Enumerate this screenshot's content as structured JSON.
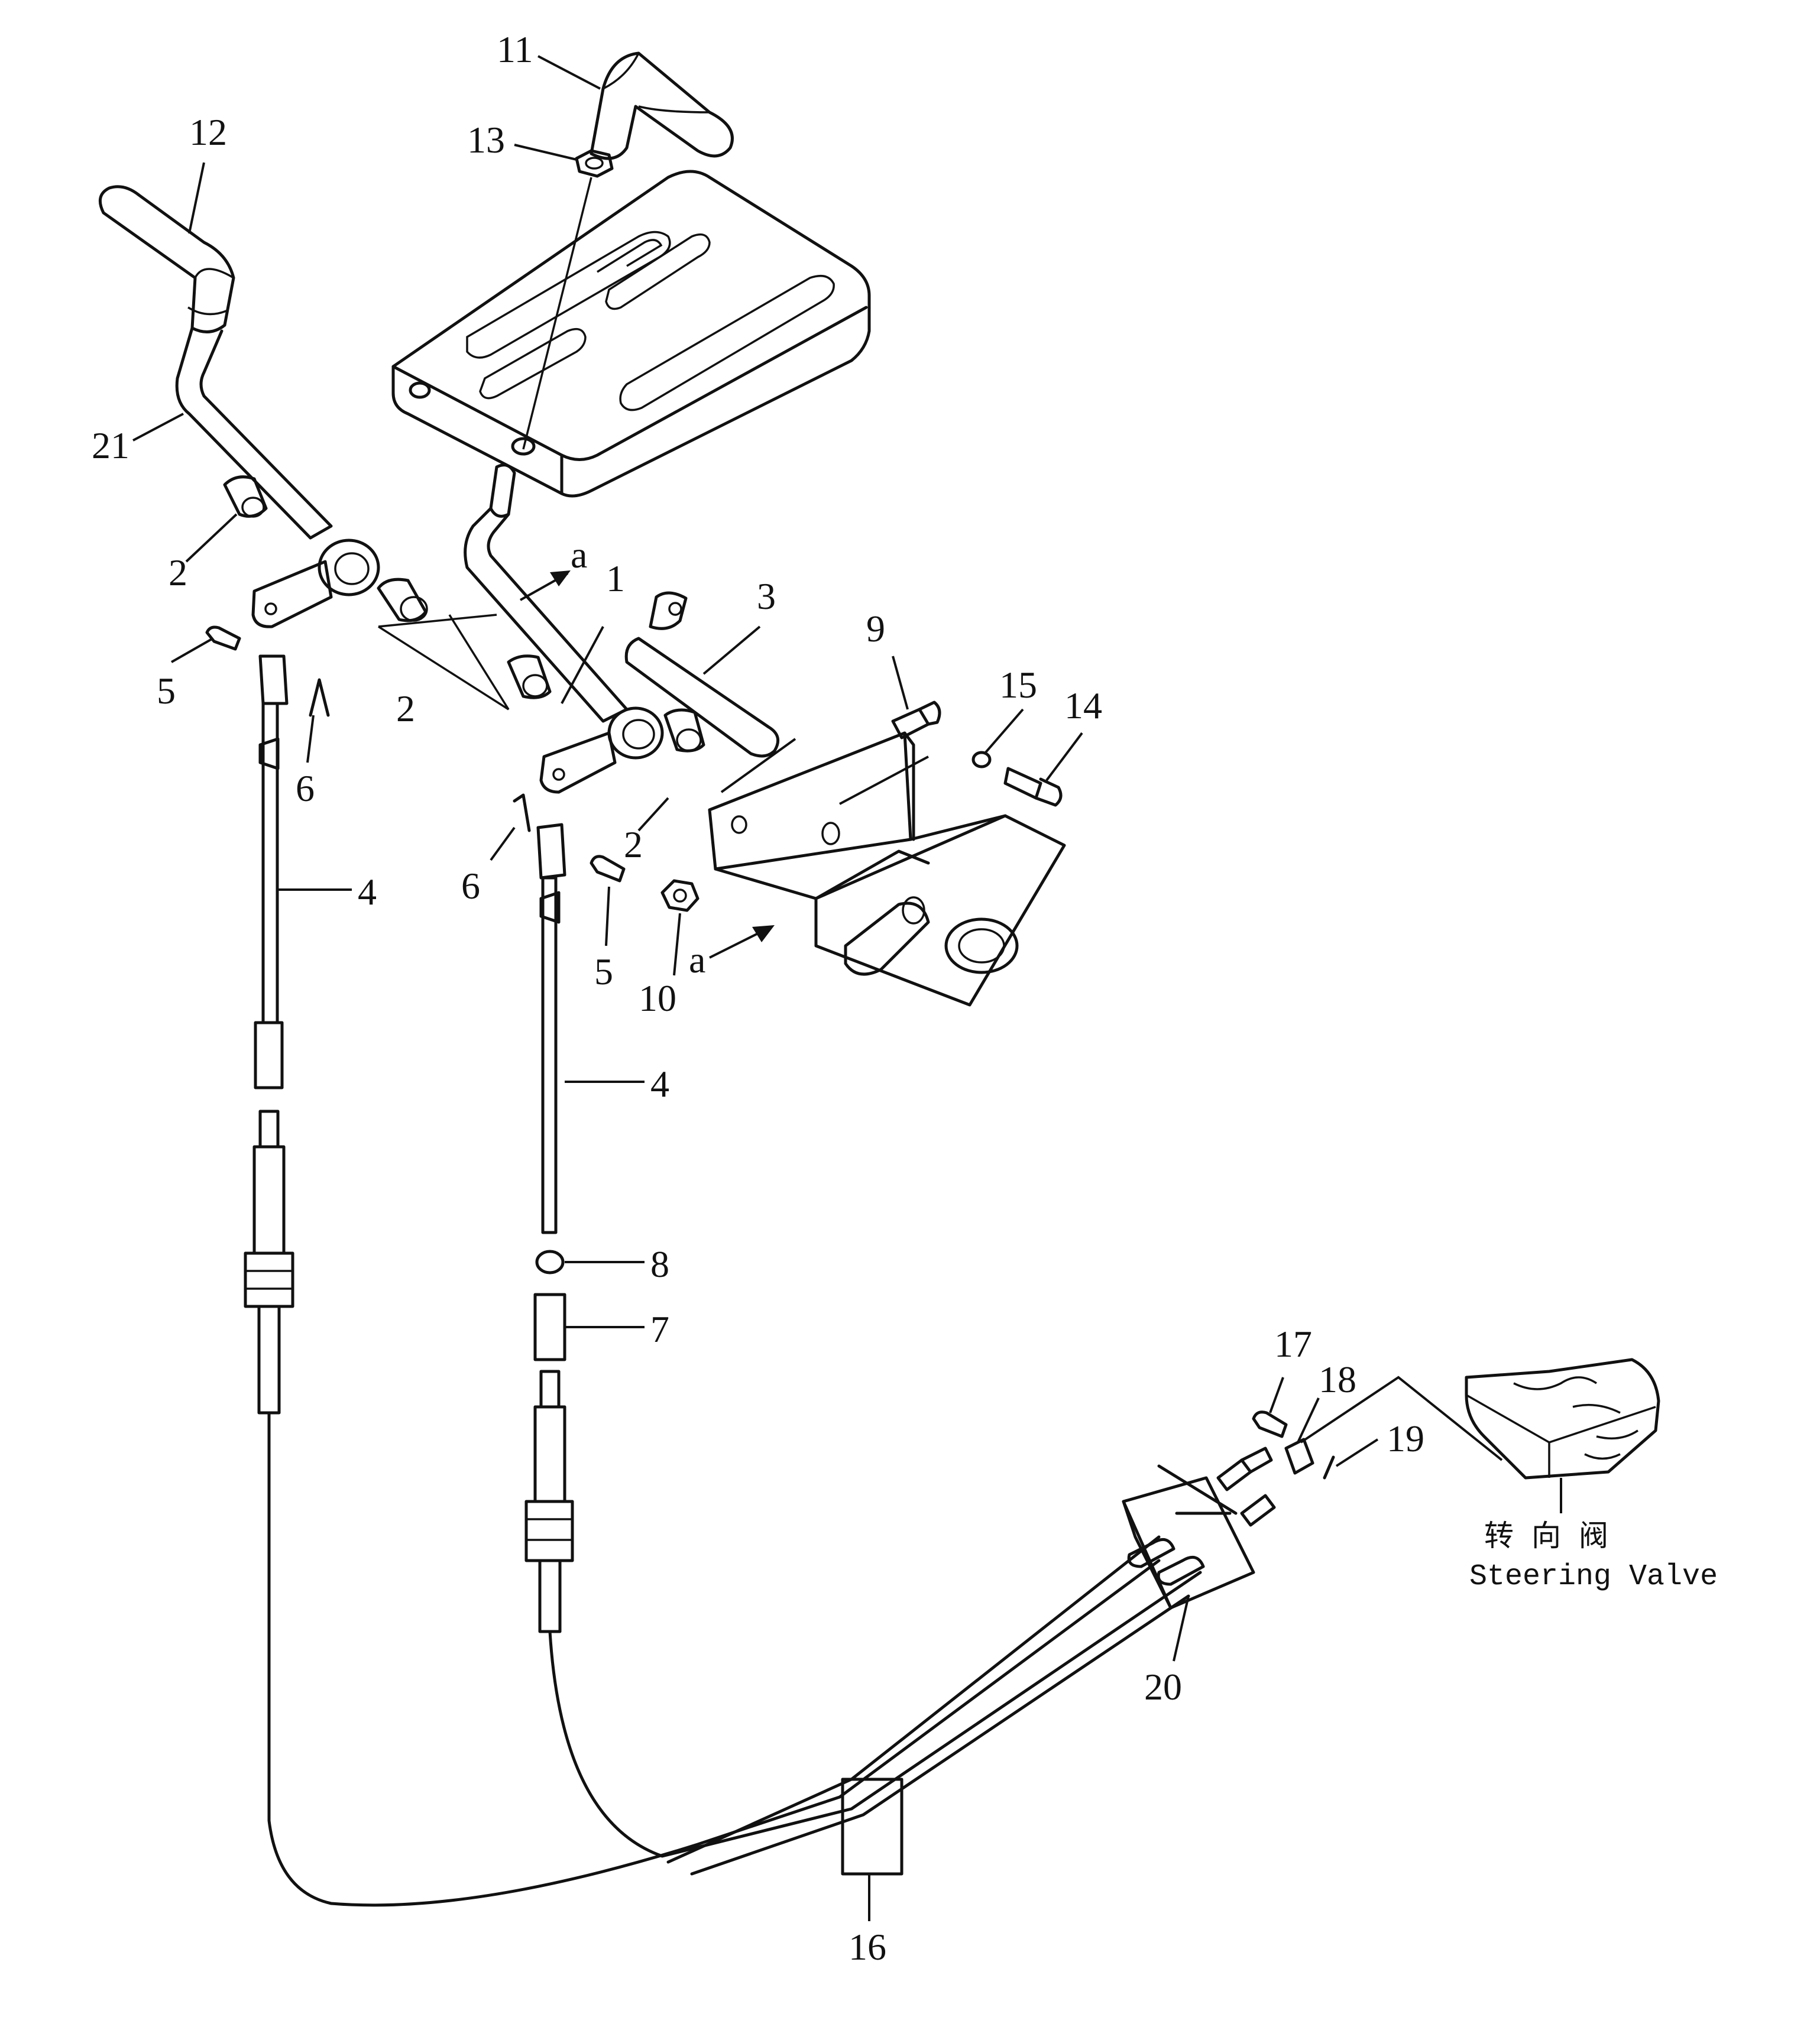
{
  "callouts": {
    "c1": "1",
    "c2a": "2",
    "c2b": "2",
    "c2c": "2",
    "c3": "3",
    "c4a": "4",
    "c4b": "4",
    "c5a": "5",
    "c5b": "5",
    "c6a": "6",
    "c6b": "6",
    "c7": "7",
    "c8": "8",
    "c9": "9",
    "c10": "10",
    "c11": "11",
    "c12": "12",
    "c13": "13",
    "c14": "14",
    "c15": "15",
    "c16": "16",
    "c17": "17",
    "c18": "18",
    "c19": "19",
    "c20": "20",
    "c21": "21",
    "ca1": "a",
    "ca2": "a"
  },
  "steering_valve": {
    "label_cn": "转向阀",
    "label_en": "Steering Valve"
  }
}
